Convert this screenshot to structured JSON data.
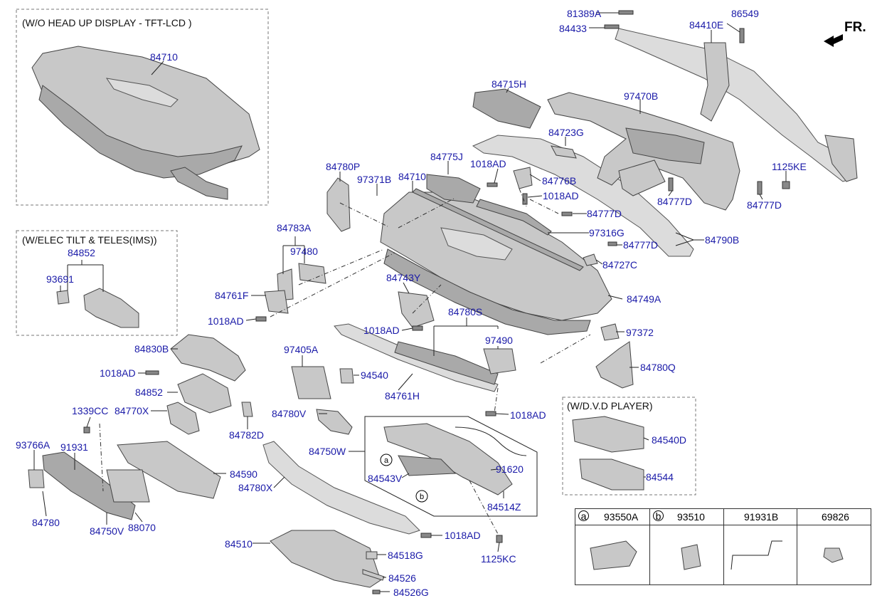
{
  "boxes": {
    "hud_note": "(W/O HEAD UP DISPLAY - TFT-LCD )",
    "ims_note": "(W/ELEC TILT & TELES(IMS))",
    "dvd_note": "(W/D.V.D PLAYER)"
  },
  "direction_label": "FR.",
  "legend": [
    {
      "marker": "a",
      "part": "93550A"
    },
    {
      "marker": "b",
      "part": "93510"
    },
    {
      "marker": "",
      "part": "91931B"
    },
    {
      "marker": "",
      "part": "69826"
    }
  ],
  "callouts": {
    "c84710_top": "84710",
    "c81389A": "81389A",
    "c84433": "84433",
    "c84410E": "84410E",
    "c86549": "86549",
    "c84715H": "84715H",
    "c97470B": "97470B",
    "c84723G": "84723G",
    "c84775J": "84775J",
    "c1018AD_a": "1018AD",
    "c84776B": "84776B",
    "c1018AD_b": "1018AD",
    "c84780P": "84780P",
    "c97371B": "97371B",
    "c84710_mid": "84710",
    "c1125KE": "1125KE",
    "c84777D_a": "84777D",
    "c84777D_b": "84777D",
    "c84777D_c": "84777D",
    "c84777D_d": "84777D",
    "c97316G": "97316G",
    "c84790B": "84790B",
    "c84727C": "84727C",
    "c84783A": "84783A",
    "c97480": "97480",
    "c84852_ims": "84852",
    "c93691": "93691",
    "c84743Y": "84743Y",
    "c84761F": "84761F",
    "c84749A": "84749A",
    "c1018AD_c": "1018AD",
    "c84780S": "84780S",
    "c1018AD_d": "1018AD",
    "c97372": "97372",
    "c97490": "97490",
    "c84830B": "84830B",
    "c97405A": "97405A",
    "c84780Q": "84780Q",
    "c1018AD_e": "1018AD",
    "c94540": "94540",
    "c84852": "84852",
    "c84761H": "84761H",
    "c1339CC": "1339CC",
    "c84770X": "84770X",
    "c84780V": "84780V",
    "c1018AD_f": "1018AD",
    "c84782D": "84782D",
    "c84540D": "84540D",
    "c93766A": "93766A",
    "c91931": "91931",
    "c84750W": "84750W",
    "c84590": "84590",
    "c91620": "91620",
    "c84544": "84544",
    "c84780X": "84780X",
    "c84543V": "84543V",
    "c84514Z": "84514Z",
    "c84780": "84780",
    "c84750V": "84750V",
    "c88070": "88070",
    "c1018AD_g": "1018AD",
    "c84510": "84510",
    "c84518G": "84518G",
    "c1125KC": "1125KC",
    "c84526": "84526",
    "c84526G": "84526G"
  }
}
